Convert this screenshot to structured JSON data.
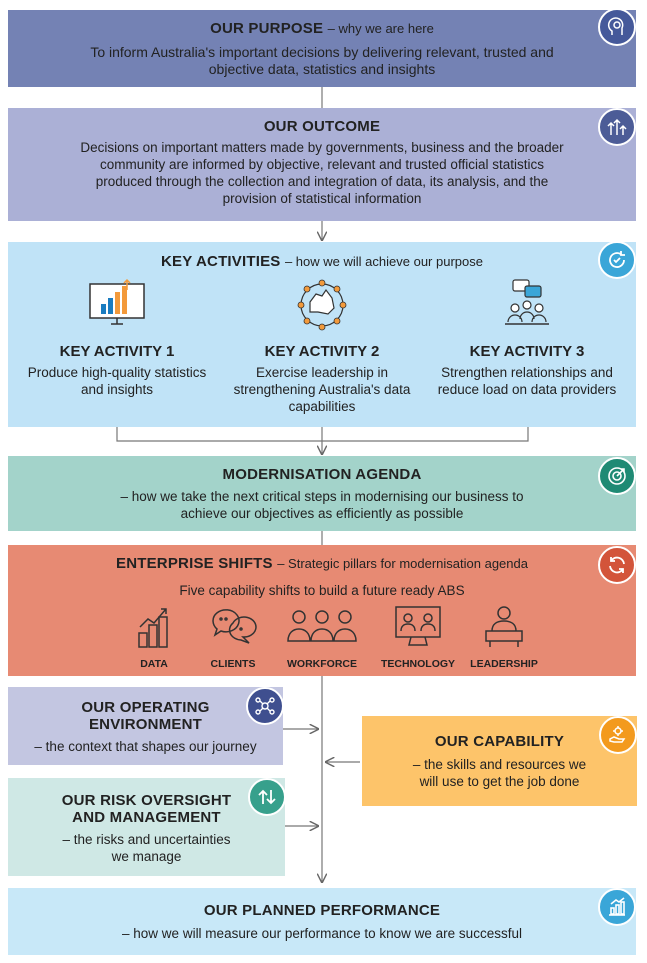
{
  "purpose": {
    "title": "OUR PURPOSE",
    "subtitle": "– why we are here",
    "text": "To inform Australia's important decisions by delivering relevant, trusted and objective data, statistics and insights",
    "icon": "head-gear-icon",
    "color": "#7482b4"
  },
  "outcome": {
    "title": "OUR OUTCOME",
    "text": "Decisions on important matters made by governments, business and the broader community are informed by objective, relevant and trusted official statistics produced through the collection and integration of data, its analysis, and the provision of statistical information",
    "icon": "arrows-up-icon",
    "color": "#abb0d6"
  },
  "activities": {
    "title": "KEY ACTIVITIES",
    "subtitle": "– how we will achieve our purpose",
    "color": "#c0e3f7",
    "icon": "cycle-icon",
    "items": [
      {
        "title": "KEY ACTIVITY 1",
        "text": "Produce high-quality statistics and insights",
        "icon": "monitor-chart-icon"
      },
      {
        "title": "KEY ACTIVITY 2",
        "text": "Exercise leadership in strengthening Australia's data capabilities",
        "icon": "australia-network-icon"
      },
      {
        "title": "KEY ACTIVITY 3",
        "text": "Strengthen relationships and reduce load on data providers",
        "icon": "people-chat-icon"
      }
    ]
  },
  "modernisation": {
    "title": "MODERNISATION AGENDA",
    "text": "– how we take the next critical steps in modernising our business to achieve our objectives as efficiently as possible",
    "icon": "target-icon",
    "color": "#a3d3ca"
  },
  "shifts": {
    "title": "ENTERPRISE SHIFTS",
    "subtitle": "– Strategic pillars for modernisation agenda",
    "line": "Five capability shifts to build a future ready ABS",
    "icon": "refresh-icon",
    "color": "#e78a73",
    "items": [
      {
        "label": "DATA",
        "icon": "bar-growth-icon"
      },
      {
        "label": "CLIENTS",
        "icon": "speech-bubbles-icon"
      },
      {
        "label": "WORKFORCE",
        "icon": "group-people-icon"
      },
      {
        "label": "TECHNOLOGY",
        "icon": "video-call-icon"
      },
      {
        "label": "LEADERSHIP",
        "icon": "presenter-icon"
      }
    ]
  },
  "operating": {
    "title_line1": "OUR OPERATING",
    "title_line2": "ENVIRONMENT",
    "text": "– the context that shapes our journey",
    "icon": "network-people-icon",
    "color": "#c3c6e1"
  },
  "capability": {
    "title": "OUR CAPABILITY",
    "text_line1": "– the skills and resources we",
    "text_line2": "will use to get the job done",
    "icon": "hand-gear-icon",
    "color": "#fdc46a"
  },
  "risk": {
    "title_line1": "OUR RISK OVERSIGHT",
    "title_line2": "AND MANAGEMENT",
    "text_line1": "– the risks and uncertainties",
    "text_line2": "we manage",
    "icon": "up-down-arrows-icon",
    "color": "#cfe8e5"
  },
  "performance": {
    "title": "OUR PLANNED PERFORMANCE",
    "text": "– how we will measure our performance to know we are successful",
    "icon": "bar-chart-icon",
    "color": "#c8e8f8"
  }
}
